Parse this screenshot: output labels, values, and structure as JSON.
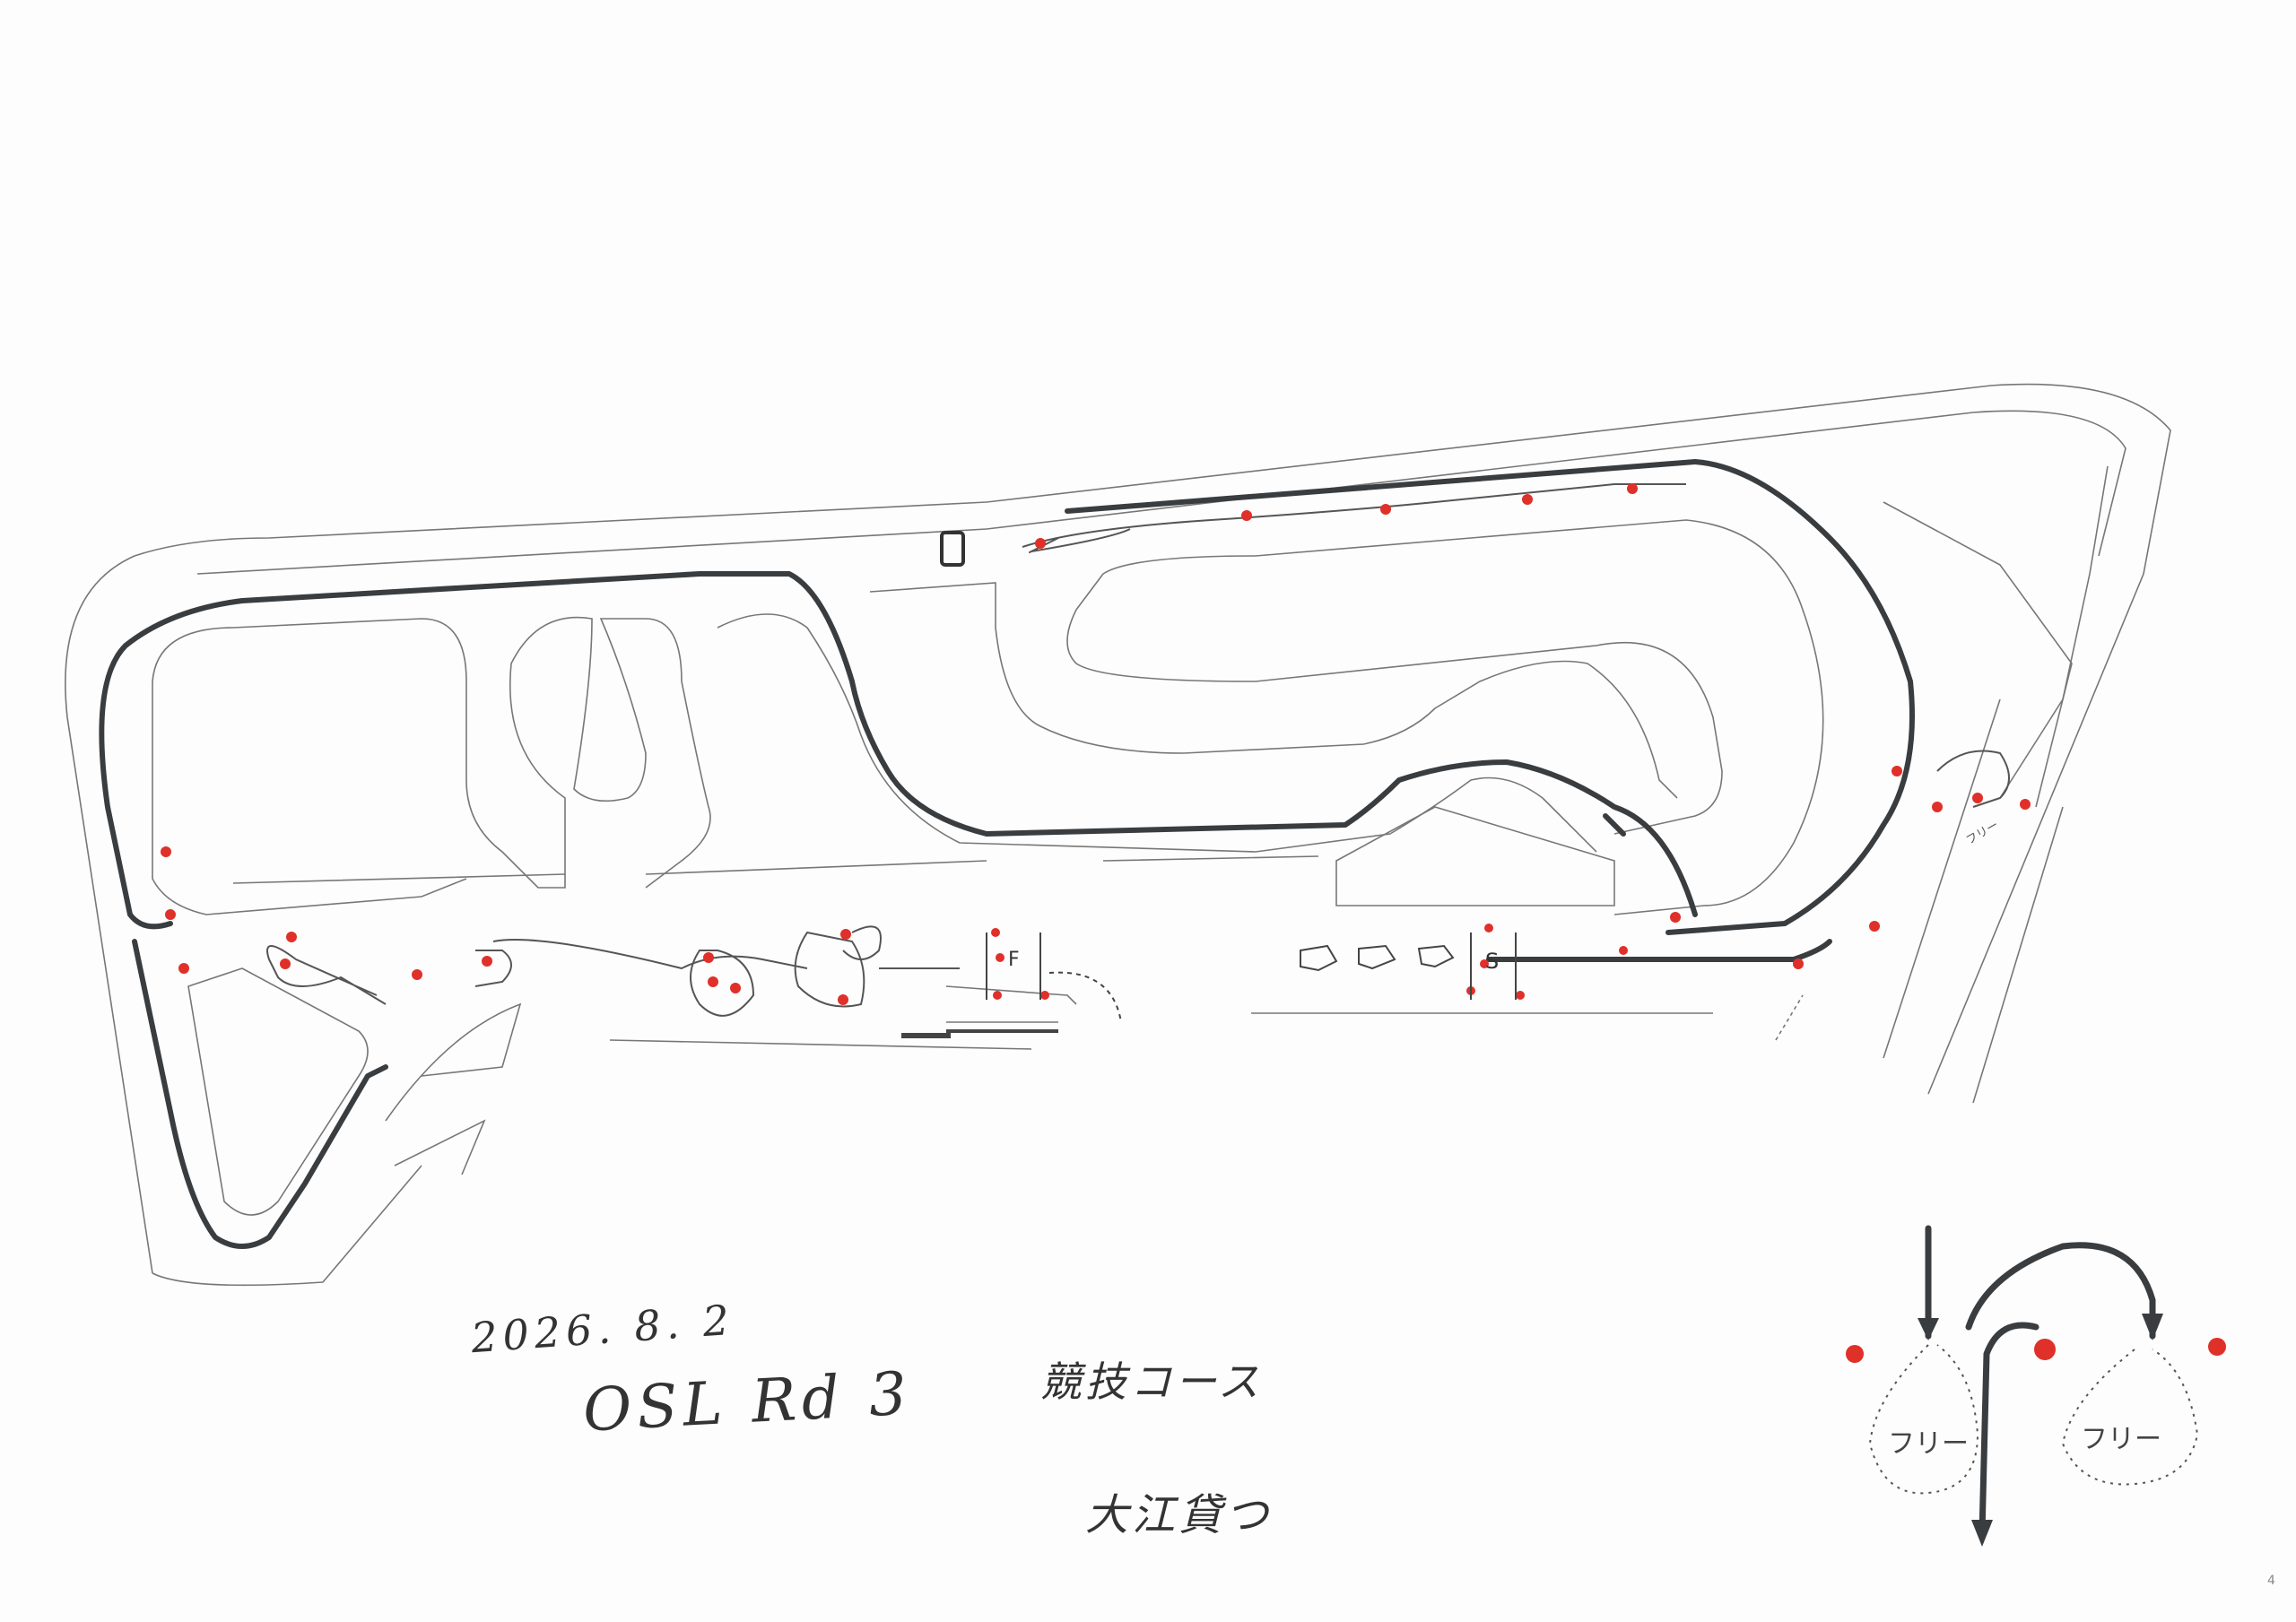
{
  "sheet": {
    "date": "2026. 8. 2",
    "event": "OSL Rd 3",
    "course_name": "競技コース",
    "author": "大江貸つ",
    "page_number": "4"
  },
  "markers": {
    "start": "S",
    "finish": "F"
  },
  "legend": {
    "free_left": "フリー",
    "free_right": "フリー",
    "free_small": "フリー"
  },
  "colors": {
    "pylon": "#e0302a",
    "route": "#3a3d40",
    "course_outline": "#666666"
  }
}
